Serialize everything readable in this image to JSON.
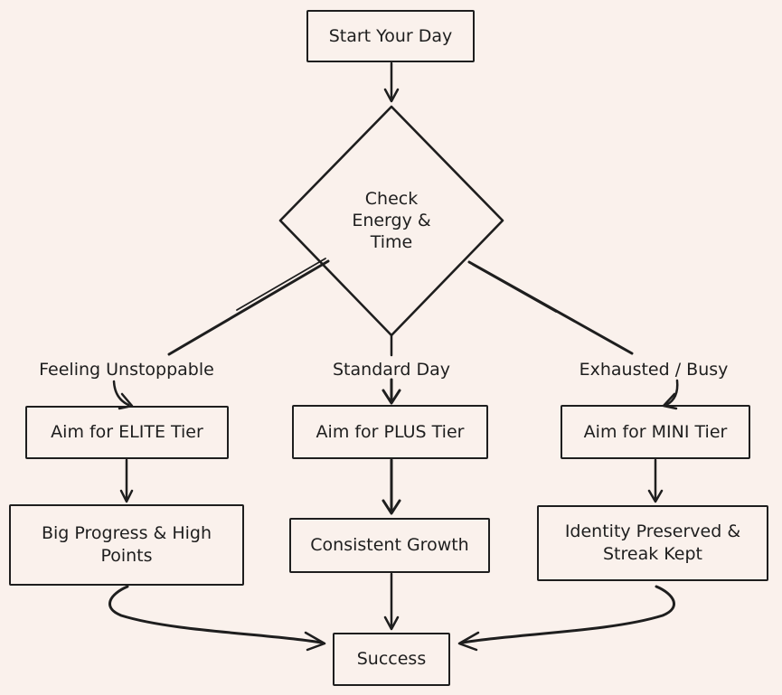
{
  "canvas": {
    "background_color": "#faf1ec",
    "stroke_color": "#1e1e1e",
    "style": "hand-drawn flowchart"
  },
  "nodes": {
    "start": {
      "label": "Start Your Day",
      "shape": "rectangle"
    },
    "decision": {
      "label": "Check Energy & Time",
      "shape": "diamond"
    },
    "elite": {
      "label": "Aim for ELITE Tier",
      "shape": "rectangle"
    },
    "plus": {
      "label": "Aim for PLUS Tier",
      "shape": "rectangle"
    },
    "mini": {
      "label": "Aim for MINI Tier",
      "shape": "rectangle"
    },
    "big_progress": {
      "label": "Big Progress & High Points",
      "shape": "rectangle"
    },
    "consistent": {
      "label": "Consistent Growth",
      "shape": "rectangle"
    },
    "identity": {
      "label": "Identity Preserved & Streak Kept",
      "shape": "rectangle"
    },
    "success": {
      "label": "Success",
      "shape": "rectangle"
    }
  },
  "edge_labels": {
    "left": "Feeling Unstoppable",
    "middle": "Standard Day",
    "right": "Exhausted / Busy"
  },
  "edges": [
    {
      "from": "Start Your Day",
      "to": "Check Energy & Time",
      "label": ""
    },
    {
      "from": "Check Energy & Time",
      "to": "Aim for ELITE Tier",
      "label": "Feeling Unstoppable"
    },
    {
      "from": "Check Energy & Time",
      "to": "Aim for PLUS Tier",
      "label": "Standard Day"
    },
    {
      "from": "Check Energy & Time",
      "to": "Aim for MINI Tier",
      "label": "Exhausted / Busy"
    },
    {
      "from": "Aim for ELITE Tier",
      "to": "Big Progress & High Points",
      "label": ""
    },
    {
      "from": "Aim for PLUS Tier",
      "to": "Consistent Growth",
      "label": ""
    },
    {
      "from": "Aim for MINI Tier",
      "to": "Identity Preserved & Streak Kept",
      "label": ""
    },
    {
      "from": "Big Progress & High Points",
      "to": "Success",
      "label": ""
    },
    {
      "from": "Consistent Growth",
      "to": "Success",
      "label": ""
    },
    {
      "from": "Identity Preserved & Streak Kept",
      "to": "Success",
      "label": ""
    }
  ]
}
